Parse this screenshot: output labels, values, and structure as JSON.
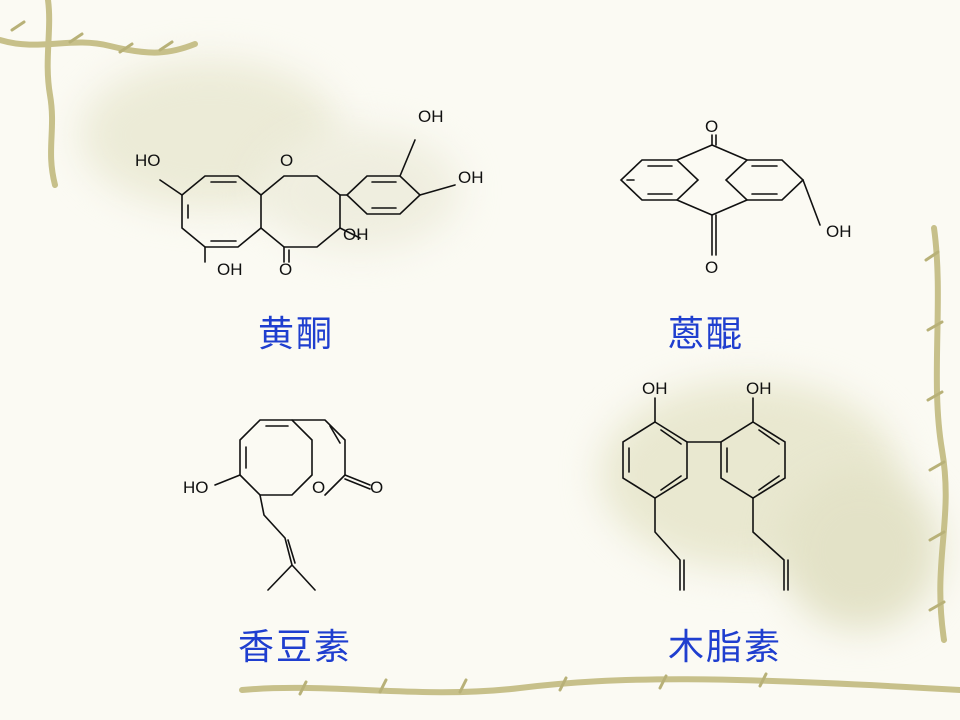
{
  "slide": {
    "colors": {
      "background": "#fbfaf3",
      "caption": "#1f3ecf",
      "vine": "#c7c08a",
      "leaf_wash": "#e7e6cf"
    }
  },
  "structures": [
    {
      "caption": "黄酮",
      "labels": [
        "OH",
        "HO",
        "O",
        "OH",
        "OH",
        "OH",
        "O"
      ]
    },
    {
      "caption": "蒽醌",
      "labels": [
        "O",
        "OH",
        "O"
      ]
    },
    {
      "caption": "香豆素",
      "labels": [
        "HO",
        "O",
        "O"
      ]
    },
    {
      "caption": "木脂素",
      "labels": [
        "OH",
        "OH"
      ]
    }
  ]
}
